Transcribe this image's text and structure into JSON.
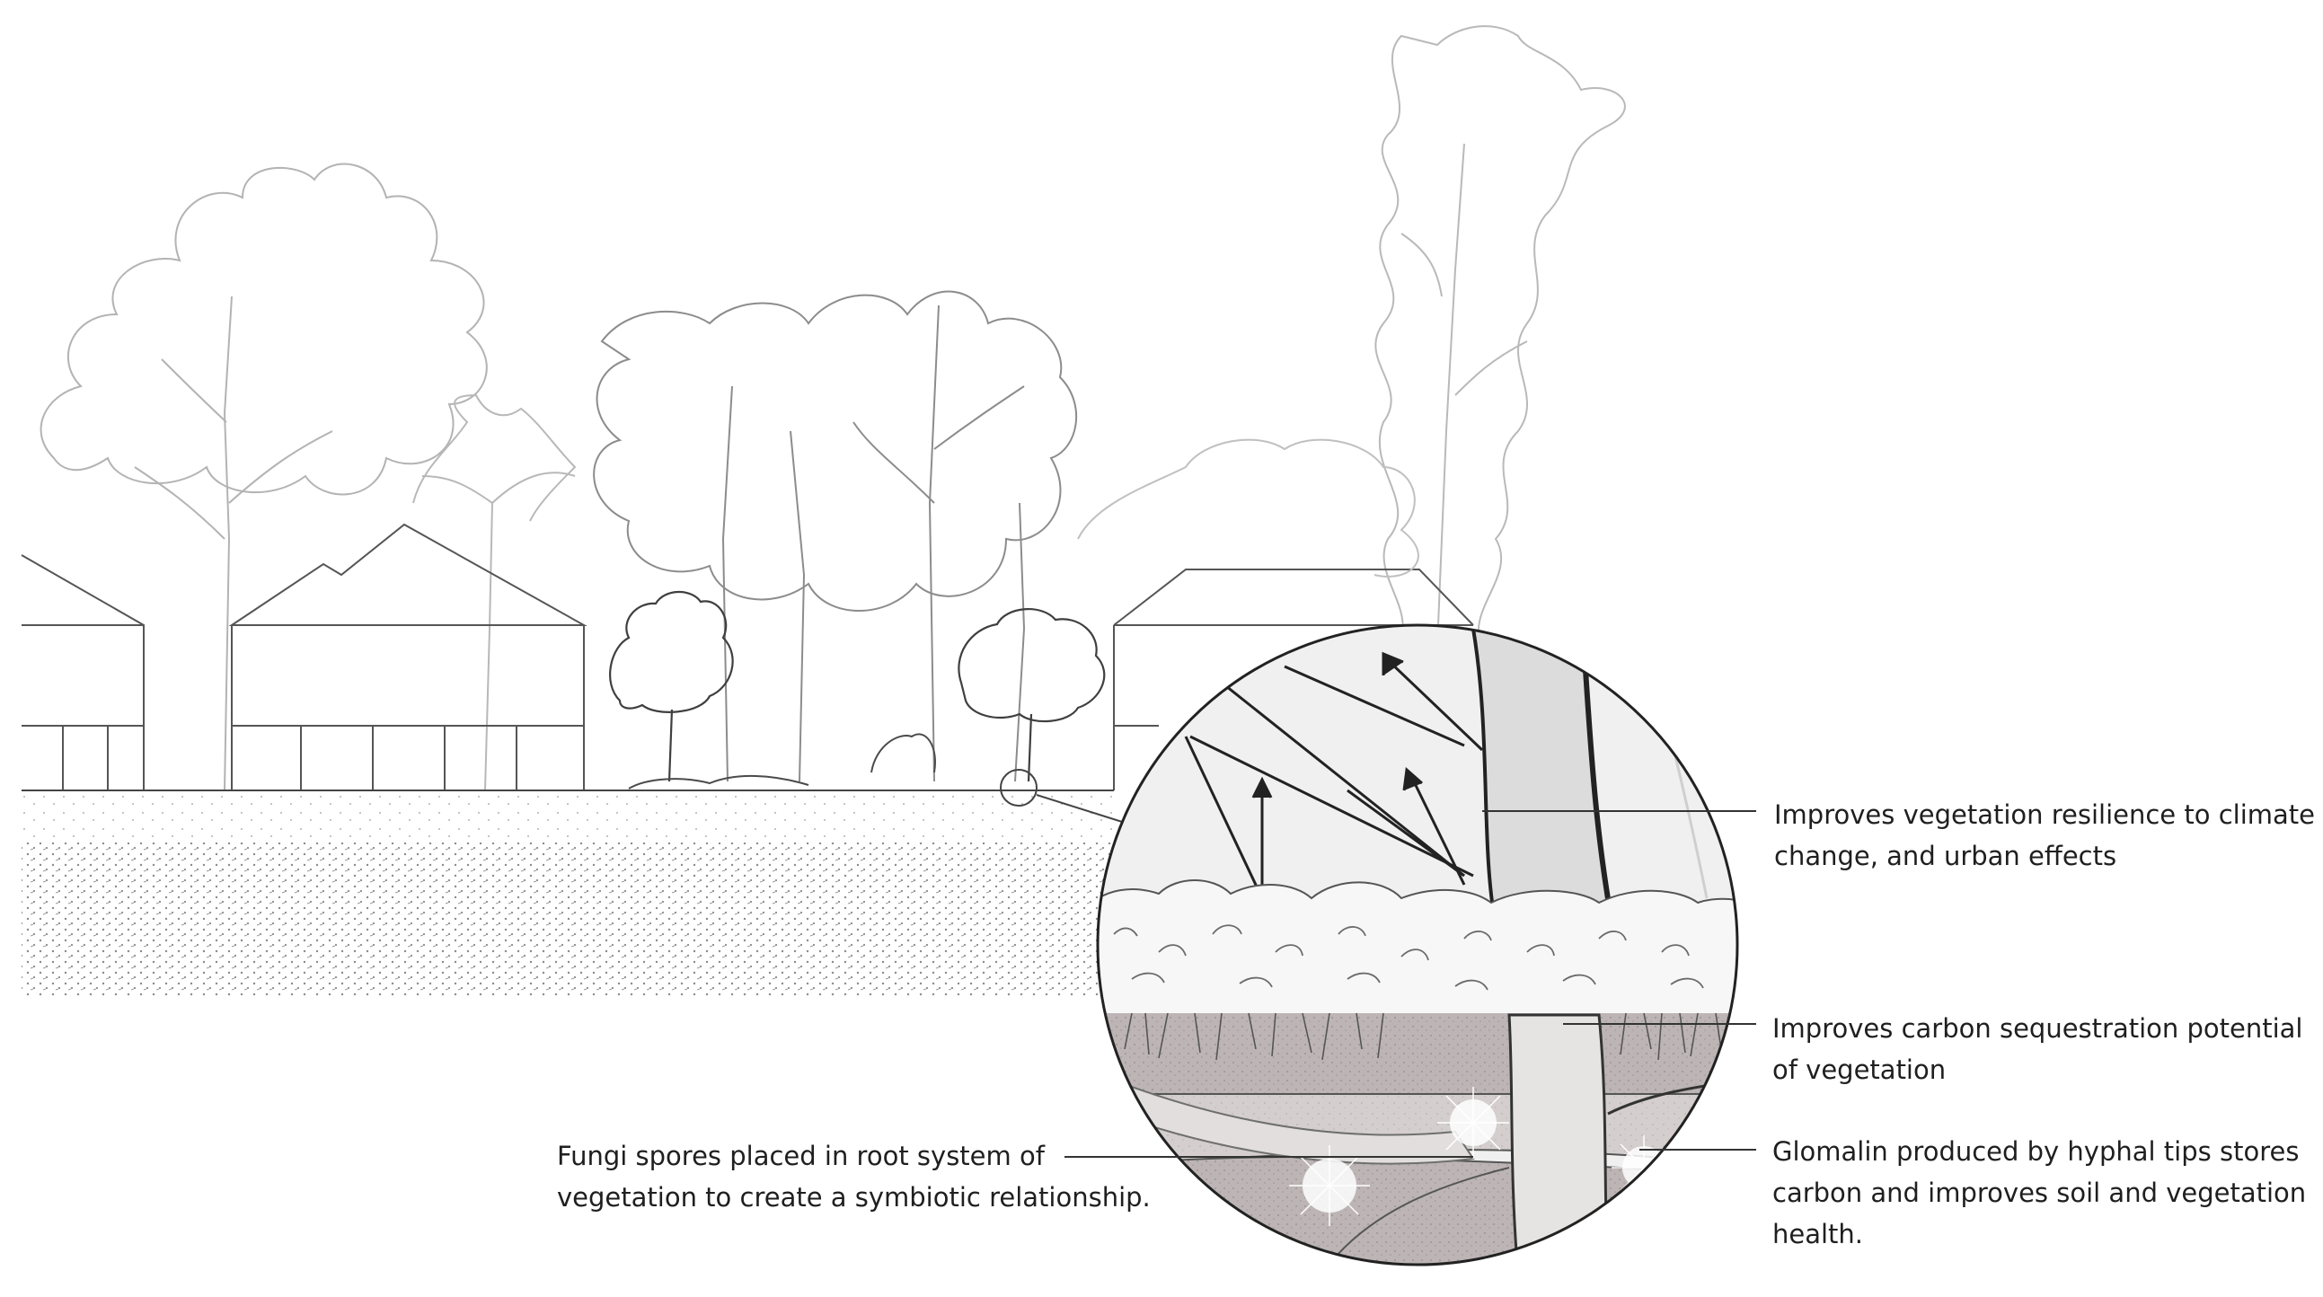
{
  "annotations": {
    "resilience": {
      "lines": [
        "Improves vegetation resilience to climate",
        "change, and urban effects"
      ]
    },
    "carbon": {
      "lines": [
        "Improves carbon sequestration potential",
        "of vegetation"
      ]
    },
    "glomalin": {
      "lines": [
        "Glomalin produced by hyphal tips stores",
        "carbon and improves soil and vegetation",
        "health."
      ]
    },
    "fungi": {
      "lines": [
        "Fungi spores placed in root system of",
        "vegetation to create a symbiotic relationship."
      ]
    }
  },
  "colors": {
    "line": "#3a3a3a",
    "faint_line": "#a8a8a8",
    "soil_dots": "#9a9a9a",
    "detail_sky": "#f0f0f0",
    "trunk_fill": "#dcdcdc",
    "soil_band": "#cfc9c9",
    "root_zone": "#b9b2b2",
    "text": "#1f1f1f"
  }
}
